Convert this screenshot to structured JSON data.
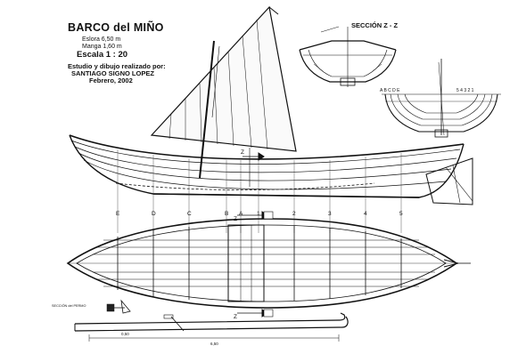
{
  "title_block": {
    "title": "BARCO del MIÑO",
    "eslora": "Eslora  6,50 m",
    "manga": "Manga  1,60 m",
    "scale": "Escala   1 : 20",
    "study_line": "Estudio y dibujo realizado por:",
    "author": "SANTIAGO  SIGNO LOPEZ",
    "date": "Febrero, 2002",
    "fine_print_1": "",
    "fine_print_2": ""
  },
  "labels": {
    "section_zz": "SECCIÓN  Z - Z",
    "section_permo": "SECCIÓN  del PERMO",
    "z": "Z",
    "body_plan_left": "A B C D E",
    "body_plan_right": "5   4  3 2 1",
    "dim_short": "0,50",
    "dim_overall": "6,50"
  },
  "stations": [
    "E",
    "D",
    "C",
    "B",
    "A",
    "1",
    "2",
    "3",
    "4",
    "5"
  ]
}
